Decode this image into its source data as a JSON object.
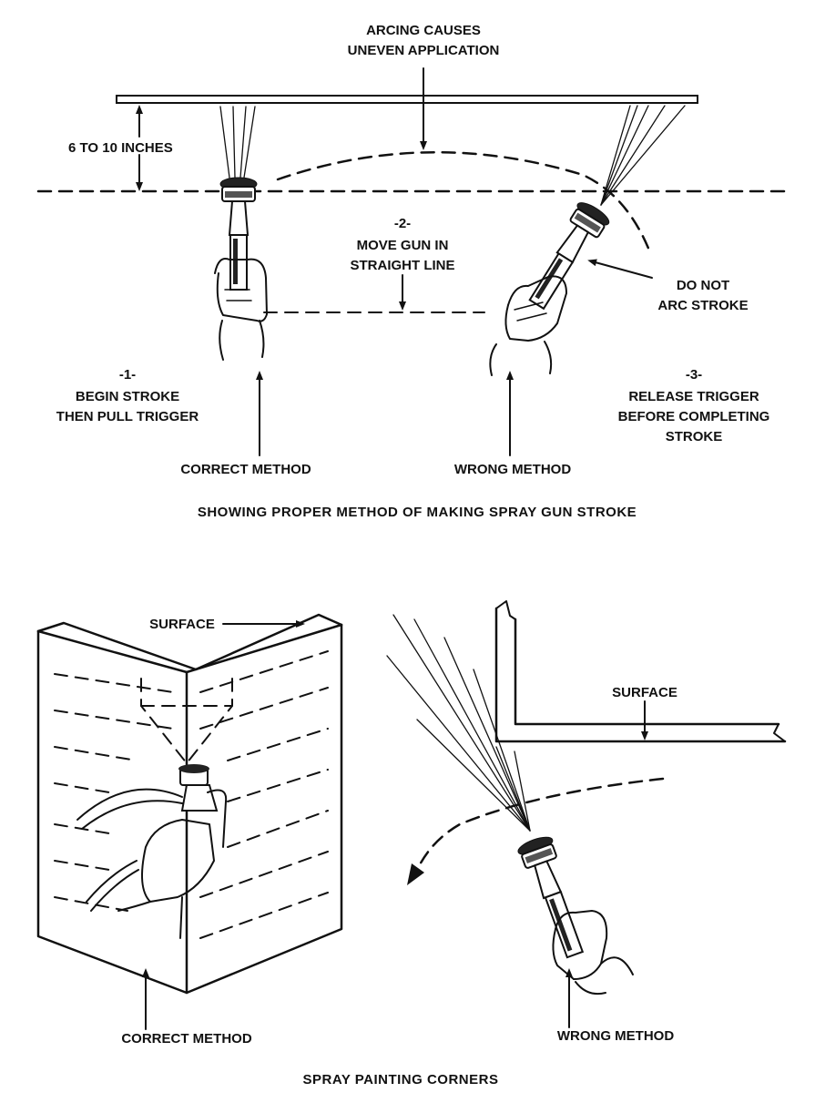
{
  "top_diagram": {
    "arcing_line1": "ARCING CAUSES",
    "arcing_line2": "UNEVEN APPLICATION",
    "distance": "6 TO 10 INCHES",
    "step2_num": "-2-",
    "step2_line1": "MOVE GUN IN",
    "step2_line2": "STRAIGHT LINE",
    "do_not_line1": "DO NOT",
    "do_not_line2": "ARC STROKE",
    "step1_num": "-1-",
    "step1_line1": "BEGIN STROKE",
    "step1_line2": "THEN PULL TRIGGER",
    "step3_num": "-3-",
    "step3_line1": "RELEASE TRIGGER",
    "step3_line2": "BEFORE COMPLETING",
    "step3_line3": "STROKE",
    "correct": "CORRECT METHOD",
    "wrong": "WRONG METHOD",
    "caption": "SHOWING PROPER METHOD OF MAKING SPRAY GUN STROKE"
  },
  "bottom_diagram": {
    "surface_left": "SURFACE",
    "surface_right": "SURFACE",
    "correct": "CORRECT METHOD",
    "wrong": "WRONG METHOD",
    "caption": "SPRAY PAINTING CORNERS"
  },
  "colors": {
    "ink": "#111111",
    "paper": "#ffffff"
  }
}
